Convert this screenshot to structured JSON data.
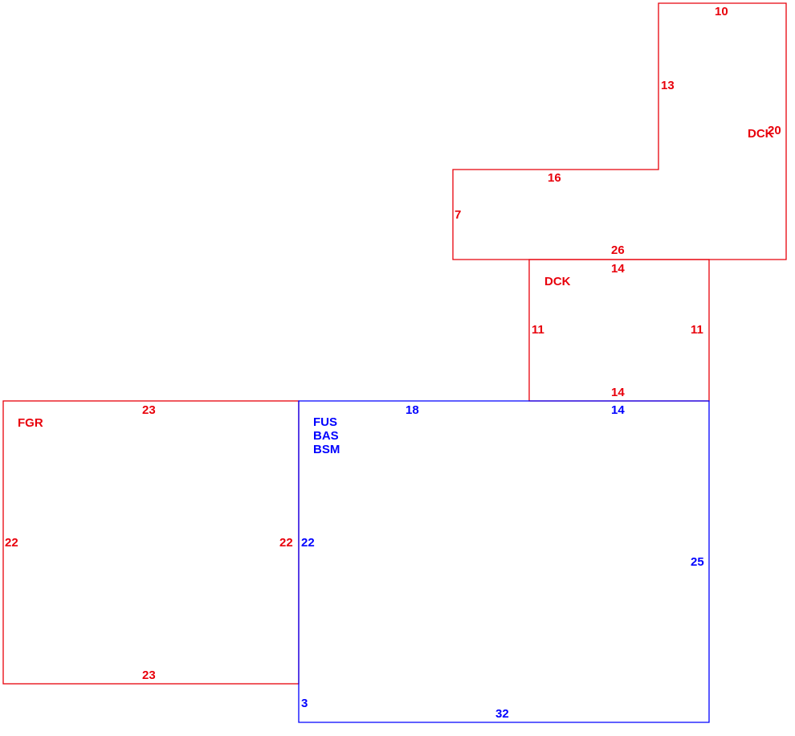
{
  "colors": {
    "red": "#e8000b",
    "blue": "#0000ff"
  },
  "upper_deck": {
    "area_label": "DCK",
    "dims": {
      "top": "10",
      "inner_vertical": "13",
      "right": "20",
      "ledge": "16",
      "left": "7",
      "bottom": "26"
    }
  },
  "lower_deck": {
    "area_label": "DCK",
    "dims": {
      "top": "14",
      "left": "11",
      "right": "11",
      "bottom": "14"
    }
  },
  "garage": {
    "area_label": "FGR",
    "dims": {
      "top": "23",
      "left": "22",
      "right": "22",
      "bottom": "23"
    }
  },
  "house": {
    "area_labels": [
      "FUS",
      "BAS",
      "BSM"
    ],
    "dims": {
      "top_left": "18",
      "top_right": "14",
      "left": "22",
      "right": "25",
      "bottom": "32",
      "jog": "3"
    }
  }
}
